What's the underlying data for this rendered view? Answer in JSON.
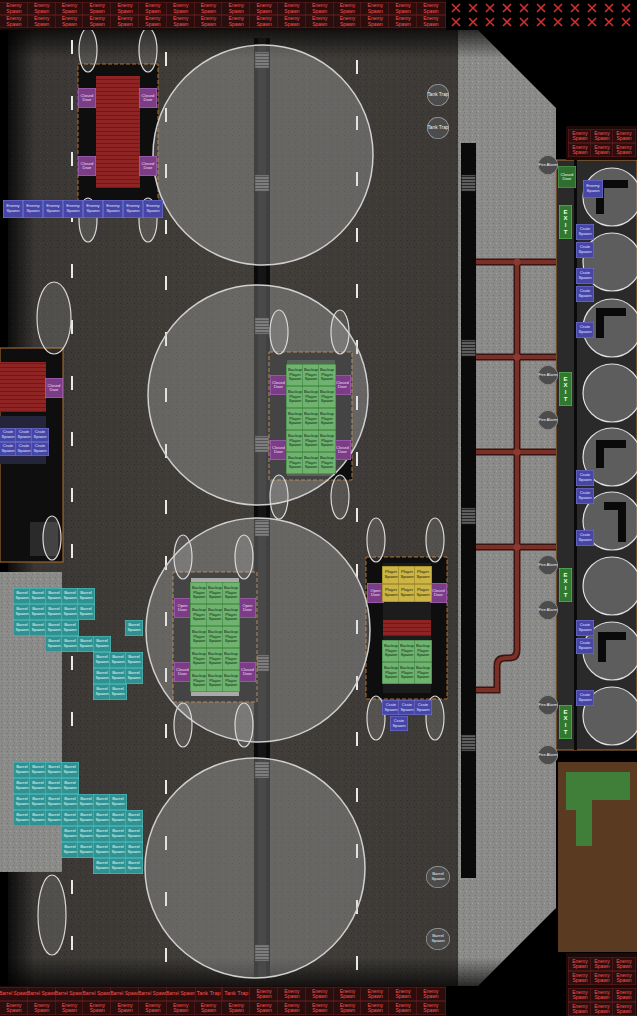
{
  "diagram": {
    "nodes": [
      {
        "text": [
          "Enemy Spawn"
        ]
      },
      {
        "text": [
          "Enemy Spawn"
        ]
      },
      {
        "text": [
          "Enemy Spawn"
        ]
      },
      {
        "text": [
          "Enemy Spawn"
        ]
      },
      {
        "text": [
          "Enemy Spawn"
        ]
      },
      {
        "text": [
          "Enemy Spawn"
        ]
      },
      {
        "text": [
          "Enemy Spawn"
        ]
      },
      {
        "text": [
          "Enemy Spawn"
        ]
      },
      {
        "text": [
          "Enemy Spawn"
        ]
      },
      {
        "text": [
          "Enemy Spawn"
        ]
      },
      {
        "text": [
          "Enemy Spawn"
        ]
      },
      {
        "text": [
          "Enemy Spawn"
        ]
      },
      {
        "text": [
          "Enemy Spawn"
        ]
      },
      {
        "text": [
          "Enemy Spawn"
        ]
      },
      {
        "text": [
          "Enemy Spawn"
        ]
      },
      {
        "text": [
          "Enemy Spawn"
        ]
      },
      {
        "text": [
          "Enemy Spawn"
        ]
      },
      {
        "text": [
          "Enemy Spawn"
        ]
      },
      {
        "text": [
          "Enemy Spawn"
        ]
      },
      {
        "text": [
          "Enemy Spawn"
        ]
      },
      {
        "text": [
          "Enemy Spawn"
        ]
      },
      {
        "text": [
          "Enemy Spawn"
        ]
      },
      {
        "text": [
          "Enemy Spawn"
        ]
      },
      {
        "text": [
          "Enemy Spawn"
        ]
      },
      {
        "text": [
          "Enemy Spawn"
        ]
      },
      {
        "text": [
          "Enemy Spawn"
        ]
      },
      {
        "text": [
          "Enemy Spawn"
        ]
      },
      {
        "text": [
          "Enemy Spawn"
        ]
      },
      {
        "text": [
          "Enemy Spawn"
        ]
      },
      {
        "text": [
          "Enemy Spawn"
        ]
      },
      {
        "text": [
          "Enemy Spawn"
        ]
      },
      {
        "text": [
          "Enemy Spawn"
        ]
      },
      {
        "text": [
          "Closed Door"
        ]
      },
      {
        "text": [
          "Closed Door"
        ]
      },
      {
        "text": [
          "Closed Door"
        ]
      },
      {
        "text": [
          "Closed Door"
        ]
      },
      {
        "text": [
          "Tank Trap"
        ]
      },
      {
        "text": [
          "Tank Trap"
        ]
      },
      {
        "text": [
          "Enemy Spawn"
        ]
      },
      {
        "text": [
          "Enemy Spawn"
        ]
      },
      {
        "text": [
          "Enemy Spawn"
        ]
      },
      {
        "text": [
          "Enemy Spawn"
        ]
      },
      {
        "text": [
          "Enemy Spawn"
        ]
      },
      {
        "text": [
          "Enemy Spawn"
        ]
      },
      {
        "text": [
          "Closed Door"
        ]
      },
      {
        "text": [
          "EXIT"
        ]
      },
      {
        "text": [
          "EXIT"
        ]
      },
      {
        "text": [
          "EXIT"
        ]
      },
      {
        "text": [
          "EXIT"
        ]
      },
      {
        "text": [
          "Crate Spawn"
        ]
      },
      {
        "text": [
          "Crate Spawn"
        ]
      },
      {
        "text": [
          "Crate Spawn"
        ]
      },
      {
        "text": [
          "Crate Spawn"
        ]
      },
      {
        "text": [
          "Crate Spawn"
        ]
      },
      {
        "text": [
          "Crate Spawn"
        ]
      },
      {
        "text": [
          "Crate Spawn"
        ]
      },
      {
        "text": [
          "Crate Spawn"
        ]
      },
      {
        "text": [
          "Crate Spawn"
        ]
      },
      {
        "text": [
          "Crate Spawn"
        ]
      },
      {
        "text": [
          "Crate Spawn"
        ]
      },
      {
        "text": [
          "Fire Alarm"
        ]
      },
      {
        "text": [
          "Fire Alarm"
        ]
      },
      {
        "text": [
          "Fire Alarm"
        ]
      },
      {
        "text": [
          "Fire Alarm"
        ]
      },
      {
        "text": [
          "Fire Alarm"
        ]
      },
      {
        "text": [
          "Fire Alarm"
        ]
      },
      {
        "text": [
          "Fire Alarm"
        ]
      },
      {
        "text": [
          "Closed Door"
        ]
      },
      {
        "text": [
          "Crate Spawn"
        ]
      },
      {
        "text": [
          "Crate Spawn"
        ]
      },
      {
        "text": [
          "Crate Spawn"
        ]
      },
      {
        "text": [
          "Crate Spawn"
        ]
      },
      {
        "text": [
          "Crate Spawn"
        ]
      },
      {
        "text": [
          "Crate Spawn"
        ]
      },
      {
        "text": [
          "Closed Door"
        ]
      },
      {
        "text": [
          "Closed Door"
        ]
      },
      {
        "text": [
          "Closed Door"
        ]
      },
      {
        "text": [
          "Closed Door"
        ]
      },
      {
        "text": [
          "Backup Player Spawn"
        ]
      },
      {
        "text": [
          "Backup Player Spawn"
        ]
      },
      {
        "text": [
          "Backup Player Spawn"
        ]
      },
      {
        "text": [
          "Backup Player Spawn"
        ]
      },
      {
        "text": [
          "Backup Player Spawn"
        ]
      },
      {
        "text": [
          "Backup Player Spawn"
        ]
      },
      {
        "text": [
          "Backup Player Spawn"
        ]
      },
      {
        "text": [
          "Backup Player Spawn"
        ]
      },
      {
        "text": [
          "Backup Player Spawn"
        ]
      },
      {
        "text": [
          "Backup Player Spawn"
        ]
      },
      {
        "text": [
          "Backup Player Spawn"
        ]
      },
      {
        "text": [
          "Backup Player Spawn"
        ]
      },
      {
        "text": [
          "Backup Player Spawn"
        ]
      },
      {
        "text": [
          "Backup Player Spawn"
        ]
      },
      {
        "text": [
          "Backup Player Spawn"
        ]
      },
      {
        "text": [
          "Open Door"
        ]
      },
      {
        "text": [
          "Open Door"
        ]
      },
      {
        "text": [
          "Closed Door"
        ]
      },
      {
        "text": [
          "Closed Door"
        ]
      },
      {
        "text": [
          "Backup Player Spawn"
        ]
      },
      {
        "text": [
          "Backup Player Spawn"
        ]
      },
      {
        "text": [
          "Backup Player Spawn"
        ]
      },
      {
        "text": [
          "Backup Player Spawn"
        ]
      },
      {
        "text": [
          "Backup Player Spawn"
        ]
      },
      {
        "text": [
          "Backup Player Spawn"
        ]
      },
      {
        "text": [
          "Backup Player Spawn"
        ]
      },
      {
        "text": [
          "Backup Player Spawn"
        ]
      },
      {
        "text": [
          "Backup Player Spawn"
        ]
      },
      {
        "text": [
          "Backup Player Spawn"
        ]
      },
      {
        "text": [
          "Backup Player Spawn"
        ]
      },
      {
        "text": [
          "Backup Player Spawn"
        ]
      },
      {
        "text": [
          "Backup Player Spawn"
        ]
      },
      {
        "text": [
          "Backup Player Spawn"
        ]
      },
      {
        "text": [
          "Backup Player Spawn"
        ]
      },
      {
        "text": [
          "Open Door"
        ]
      },
      {
        "text": [
          "Closed Door"
        ]
      },
      {
        "text": [
          "Player Spawn"
        ]
      },
      {
        "text": [
          "Player Spawn"
        ]
      },
      {
        "text": [
          "Player Spawn"
        ]
      },
      {
        "text": [
          "Player Spawn"
        ]
      },
      {
        "text": [
          "Player Spawn"
        ]
      },
      {
        "text": [
          "Player Spawn"
        ]
      },
      {
        "text": [
          "Backup Player Spawn"
        ]
      },
      {
        "text": [
          "Backup Player Spawn"
        ]
      },
      {
        "text": [
          "Backup Player Spawn"
        ]
      },
      {
        "text": [
          "Backup Player Spawn"
        ]
      },
      {
        "text": [
          "Backup Player Spawn"
        ]
      },
      {
        "text": [
          "Backup Player Spawn"
        ]
      },
      {
        "text": [
          "Crate Spawn"
        ]
      },
      {
        "text": [
          "Crate Spawn"
        ]
      },
      {
        "text": [
          "Crate Spawn"
        ]
      },
      {
        "text": [
          "Crate Spawn"
        ]
      },
      {
        "text": [
          "Barrel Spawn"
        ]
      },
      {
        "text": [
          "Barrel Spawn"
        ]
      },
      {
        "text": [
          "Barrel Spawn"
        ]
      },
      {
        "text": [
          "Barrel Spawn"
        ]
      },
      {
        "text": [
          "Barrel Spawn"
        ]
      },
      {
        "text": [
          "Barrel Spawn"
        ]
      },
      {
        "text": [
          "Barrel Spawn"
        ]
      },
      {
        "text": [
          "Barrel Spawn"
        ]
      },
      {
        "text": [
          "Barrel Spawn"
        ]
      },
      {
        "text": [
          "Barrel Spawn"
        ]
      },
      {
        "text": [
          "Barrel Spawn"
        ]
      },
      {
        "text": [
          "Barrel Spawn"
        ]
      },
      {
        "text": [
          "Barrel Spawn"
        ]
      },
      {
        "text": [
          "Barrel Spawn"
        ]
      },
      {
        "text": [
          "Barrel Spawn"
        ]
      },
      {
        "text": [
          "Barrel Spawn"
        ]
      },
      {
        "text": [
          "Barrel Spawn"
        ]
      },
      {
        "text": [
          "Barrel Spawn"
        ]
      },
      {
        "text": [
          "Barrel Spawn"
        ]
      },
      {
        "text": [
          "Barrel Spawn"
        ]
      },
      {
        "text": [
          "Barrel Spawn"
        ]
      },
      {
        "text": [
          "Barrel Spawn"
        ]
      },
      {
        "text": [
          "Barrel Spawn"
        ]
      },
      {
        "text": [
          "Barrel Spawn"
        ]
      },
      {
        "text": [
          "Barrel Spawn"
        ]
      },
      {
        "text": [
          "Barrel Spawn"
        ]
      },
      {
        "text": [
          "Barrel Spawn"
        ]
      },
      {
        "text": [
          "Barrel Spawn"
        ]
      },
      {
        "text": [
          "Barrel Spawn"
        ]
      },
      {
        "text": [
          "Barrel Spawn"
        ]
      },
      {
        "text": [
          "Barrel Spawn"
        ]
      },
      {
        "text": [
          "Barrel Spawn"
        ]
      },
      {
        "text": [
          "Barrel Spawn"
        ]
      },
      {
        "text": [
          "Barrel Spawn"
        ]
      },
      {
        "text": [
          "Barrel Spawn"
        ]
      },
      {
        "text": [
          "Barrel Spawn"
        ]
      },
      {
        "text": [
          "Barrel Spawn"
        ]
      },
      {
        "text": [
          "Barrel Spawn"
        ]
      },
      {
        "text": [
          "Barrel Spawn"
        ]
      },
      {
        "text": [
          "Barrel Spawn"
        ]
      },
      {
        "text": [
          "Barrel Spawn"
        ]
      },
      {
        "text": [
          "Barrel Spawn"
        ]
      },
      {
        "text": [
          "Barrel Spawn"
        ]
      },
      {
        "text": [
          "Barrel Spawn"
        ]
      },
      {
        "text": [
          "Barrel Spawn"
        ]
      },
      {
        "text": [
          "Barrel Spawn"
        ]
      },
      {
        "text": [
          "Barrel Spawn"
        ]
      },
      {
        "text": [
          "Barrel Spawn"
        ]
      },
      {
        "text": [
          "Barrel Spawn"
        ]
      },
      {
        "text": [
          "Barrel Spawn"
        ]
      },
      {
        "text": [
          "Barrel Spawn"
        ]
      },
      {
        "text": [
          "Barrel Spawn"
        ]
      },
      {
        "text": [
          "Barrel Spawn"
        ]
      },
      {
        "text": [
          "Barrel Spawn"
        ]
      },
      {
        "text": [
          "Barrel Spawn"
        ]
      },
      {
        "text": [
          "Barrel Spawn"
        ]
      },
      {
        "text": [
          "Barrel Spawn"
        ]
      },
      {
        "text": [
          "Barrel Spawn"
        ]
      },
      {
        "text": [
          "Barrel Spawn"
        ]
      },
      {
        "text": [
          "Barrel Spawn"
        ]
      },
      {
        "text": [
          "Barrel Spawn"
        ]
      },
      {
        "text": [
          "Barrel Spawn"
        ]
      },
      {
        "text": [
          "Barrel Spawn"
        ]
      },
      {
        "text": [
          "Barrel Spawn"
        ]
      },
      {
        "text": [
          "Barrel Spawn"
        ]
      },
      {
        "text": [
          "Barrel Spawn"
        ]
      },
      {
        "text": [
          "Barrel Spawn"
        ]
      },
      {
        "text": [
          "Barrel Spawn"
        ]
      },
      {
        "text": [
          "Barrel Spawn"
        ]
      },
      {
        "text": [
          "Barrel Spawn"
        ]
      },
      {
        "text": [
          "Barrel Spawn"
        ]
      },
      {
        "text": [
          "Barrel Spawn"
        ]
      },
      {
        "text": [
          "Tank Trap"
        ]
      },
      {
        "text": [
          "Tank Trap"
        ]
      },
      {
        "text": [
          "Enemy Spawn"
        ]
      },
      {
        "text": [
          "Enemy Spawn"
        ]
      },
      {
        "text": [
          "Enemy Spawn"
        ]
      },
      {
        "text": [
          "Enemy Spawn"
        ]
      },
      {
        "text": [
          "Enemy Spawn"
        ]
      },
      {
        "text": [
          "Enemy Spawn"
        ]
      },
      {
        "text": [
          "Enemy Spawn"
        ]
      },
      {
        "text": [
          "Enemy Spawn"
        ]
      },
      {
        "text": [
          "Enemy Spawn"
        ]
      },
      {
        "text": [
          "Enemy Spawn"
        ]
      },
      {
        "text": [
          "Enemy Spawn"
        ]
      },
      {
        "text": [
          "Enemy Spawn"
        ]
      },
      {
        "text": [
          "Enemy Spawn"
        ]
      },
      {
        "text": [
          "Enemy Spawn"
        ]
      },
      {
        "text": [
          "Enemy Spawn"
        ]
      },
      {
        "text": [
          "Enemy Spawn"
        ]
      },
      {
        "text": [
          "Enemy Spawn"
        ]
      },
      {
        "text": [
          "Enemy Spawn"
        ]
      },
      {
        "text": [
          "Enemy Spawn"
        ]
      },
      {
        "text": [
          "Enemy Spawn"
        ]
      },
      {
        "text": [
          "Enemy Spawn"
        ]
      },
      {
        "text": [
          "Enemy Spawn"
        ]
      },
      {
        "text": [
          "Enemy Spawn"
        ]
      },
      {
        "text": [
          "Enemy Spawn"
        ]
      },
      {
        "text": [
          "Enemy Spawn"
        ]
      },
      {
        "text": [
          "Enemy Spawn"
        ]
      },
      {
        "text": [
          "Enemy Spawn"
        ]
      },
      {
        "text": [
          "Enemy Spawn"
        ]
      },
      {
        "text": [
          "Enemy Spawn"
        ]
      },
      {
        "text": [
          "Enemy Spawn"
        ]
      },
      {
        "text": [
          "Enemy Spawn"
        ]
      },
      {
        "text": [
          "Enemy Spawn"
        ]
      },
      {
        "text": [
          "Enemy Spawn"
        ]
      },
      {
        "text": [
          "Enemy Spawn"
        ]
      },
      {
        "text": [
          "Enemy Spawn"
        ]
      },
      {
        "text": [
          "Enemy Spawn"
        ]
      },
      {
        "text": [
          "Enemy Spawn"
        ]
      },
      {
        "text": [
          "Enemy Spawn"
        ]
      },
      {
        "text": [
          "Enemy Spawn"
        ]
      },
      {
        "text": [
          "Enemy Spawn"
        ]
      },
      {
        "text": [
          "Enemy Spawn"
        ]
      },
      {
        "text": [
          "Enemy Spawn"
        ]
      },
      {
        "text": [
          "Enemy Spawn"
        ]
      },
      {
        "text": [
          "Enemy Spawn"
        ]
      }
    ]
  }
}
